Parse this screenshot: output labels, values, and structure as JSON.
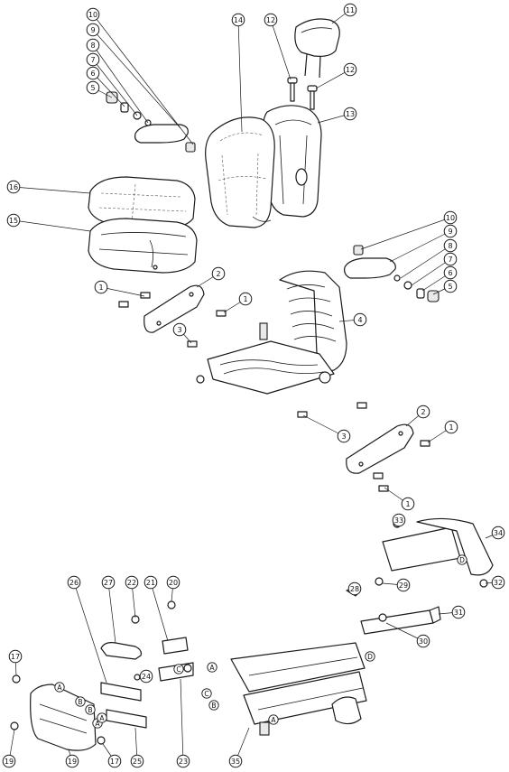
{
  "diagram": {
    "colors": {
      "line": "#1a1a1a",
      "background": "#ffffff",
      "shade": "#e9e9e9"
    },
    "callouts": [
      {
        "id": "c10a",
        "label": "10"
      },
      {
        "id": "c9a",
        "label": "9"
      },
      {
        "id": "c8a",
        "label": "8"
      },
      {
        "id": "c7a",
        "label": "7"
      },
      {
        "id": "c6a",
        "label": "6"
      },
      {
        "id": "c5a",
        "label": "5"
      },
      {
        "id": "c14",
        "label": "14"
      },
      {
        "id": "c12a",
        "label": "12"
      },
      {
        "id": "c11",
        "label": "11"
      },
      {
        "id": "c12b",
        "label": "12"
      },
      {
        "id": "c13",
        "label": "13"
      },
      {
        "id": "c16",
        "label": "16"
      },
      {
        "id": "c15",
        "label": "15"
      },
      {
        "id": "c10b",
        "label": "10"
      },
      {
        "id": "c9b",
        "label": "9"
      },
      {
        "id": "c8b",
        "label": "8"
      },
      {
        "id": "c7b",
        "label": "7"
      },
      {
        "id": "c6b",
        "label": "6"
      },
      {
        "id": "c5b",
        "label": "5"
      },
      {
        "id": "c2a",
        "label": "2"
      },
      {
        "id": "c1a",
        "label": "1"
      },
      {
        "id": "c1b",
        "label": "1"
      },
      {
        "id": "c4",
        "label": "4"
      },
      {
        "id": "c3a",
        "label": "3"
      },
      {
        "id": "c3b",
        "label": "3"
      },
      {
        "id": "c2b",
        "label": "2"
      },
      {
        "id": "c1c",
        "label": "1"
      },
      {
        "id": "c1d",
        "label": "1"
      },
      {
        "id": "c33",
        "label": "33"
      },
      {
        "id": "c34",
        "label": "34"
      },
      {
        "id": "c32",
        "label": "32"
      },
      {
        "id": "c29",
        "label": "29"
      },
      {
        "id": "c28",
        "label": "28"
      },
      {
        "id": "c31",
        "label": "31"
      },
      {
        "id": "c30",
        "label": "30"
      },
      {
        "id": "c26",
        "label": "26"
      },
      {
        "id": "c27",
        "label": "27"
      },
      {
        "id": "c22",
        "label": "22"
      },
      {
        "id": "c21",
        "label": "21"
      },
      {
        "id": "c20",
        "label": "20"
      },
      {
        "id": "c24",
        "label": "24"
      },
      {
        "id": "c17a",
        "label": "17"
      },
      {
        "id": "c17b",
        "label": "17"
      },
      {
        "id": "c19a",
        "label": "19"
      },
      {
        "id": "c19b",
        "label": "19"
      },
      {
        "id": "c25",
        "label": "25"
      },
      {
        "id": "c23",
        "label": "23"
      },
      {
        "id": "c35",
        "label": "35"
      }
    ],
    "references": [
      {
        "id": "rA1",
        "label": "A"
      },
      {
        "id": "rB1",
        "label": "B"
      },
      {
        "id": "rA2",
        "label": "A"
      },
      {
        "id": "rC1",
        "label": "C"
      },
      {
        "id": "rA3",
        "label": "A"
      },
      {
        "id": "rC2",
        "label": "C"
      },
      {
        "id": "rB2",
        "label": "B"
      },
      {
        "id": "rA4",
        "label": "A"
      },
      {
        "id": "rD1",
        "label": "D"
      },
      {
        "id": "rD2",
        "label": "D"
      },
      {
        "id": "rA5",
        "label": "A"
      },
      {
        "id": "rB3",
        "label": "B"
      }
    ]
  }
}
